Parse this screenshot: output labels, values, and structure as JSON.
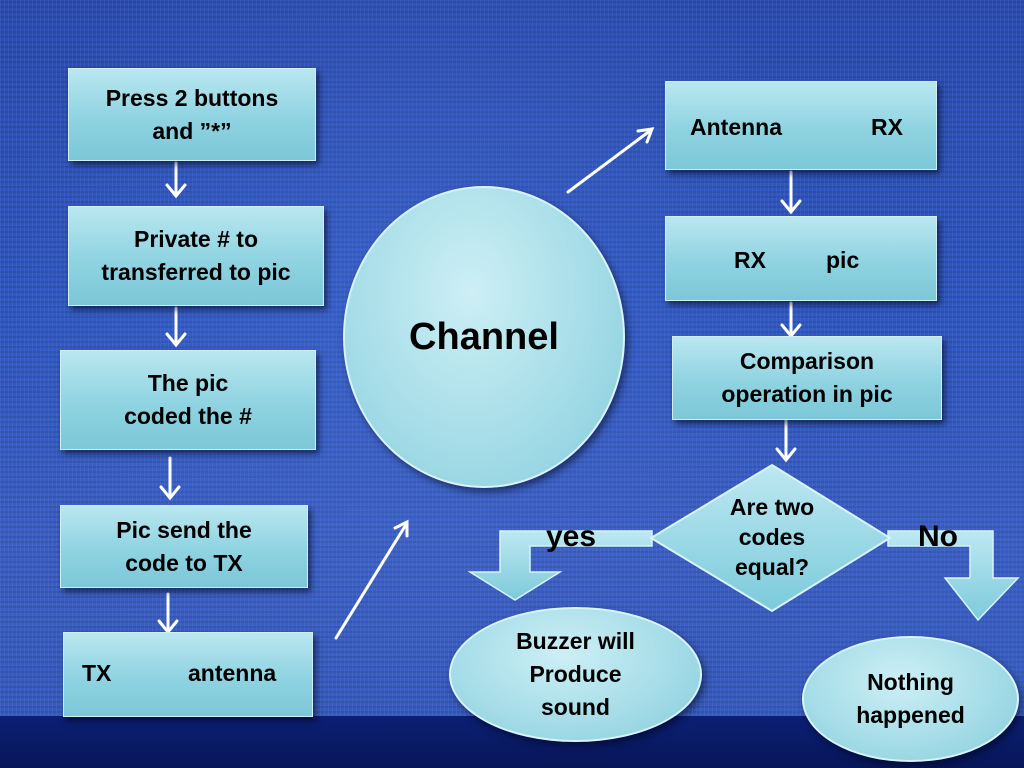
{
  "nodes": {
    "press_buttons": "Press 2 buttons\nand ”*”",
    "private_number": "Private # to\ntransferred to pic",
    "pic_coded": "The pic\ncoded the #",
    "pic_send": "Pic send the\ncode to TX",
    "tx": "TX",
    "antenna_tx": "antenna",
    "channel": "Channel",
    "antenna_rx": "Antenna",
    "rx": "RX",
    "rx2": "RX",
    "pic": "pic",
    "comparison": "Comparison\noperation  in pic",
    "decision": "Are two\ncodes\nequal?",
    "buzzer": "Buzzer will\nProduce\nsound",
    "nothing": "Nothing\nhappened"
  },
  "edge_labels": {
    "yes": "yes",
    "no": "No"
  },
  "colors": {
    "box_fill": "#9fdbe7",
    "background": "#2f58c4",
    "bottom_band": "#0a1a66",
    "arrow": "#ffffff",
    "arrow_dark": "#000000"
  }
}
